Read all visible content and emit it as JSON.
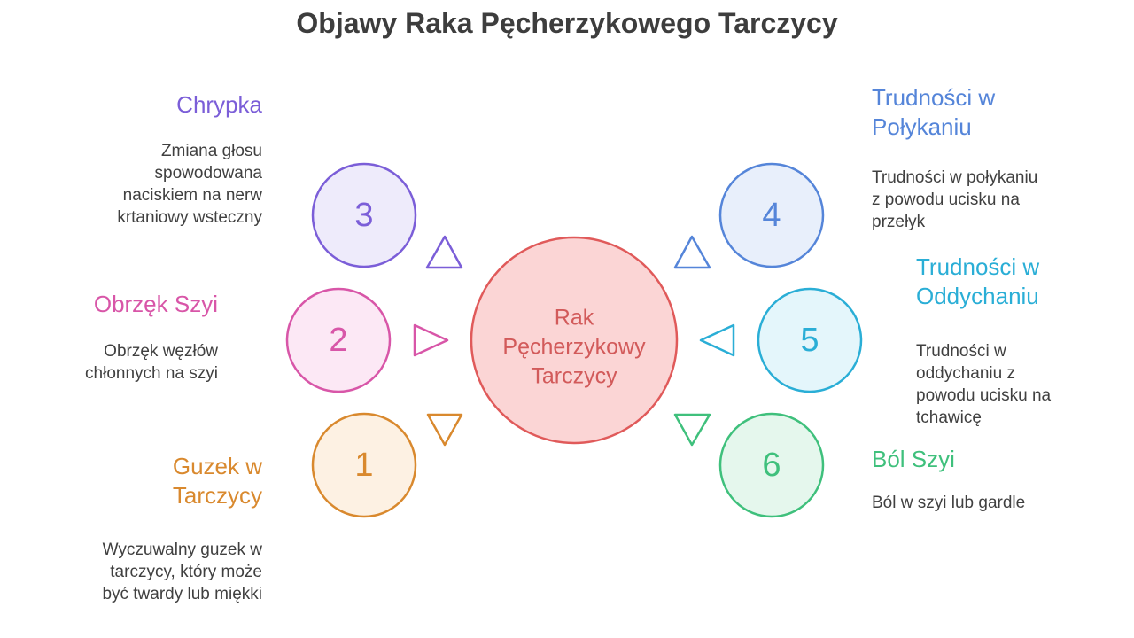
{
  "title": "Objawy Raka Pęcherzykowego Tarczycy",
  "center": {
    "lines": [
      "Rak",
      "Pęcherzykowy",
      "Tarczycy"
    ],
    "fill": "#fbd5d5",
    "stroke": "#e05a5a",
    "text_color": "#d25a5a"
  },
  "items": [
    {
      "num": "1",
      "label": "Guzek w Tarczycy",
      "desc": "Wyczuwalny guzek w tarczycy, który może być twardy lub miękki",
      "color": "#d9892e",
      "fill": "#fdf1e3"
    },
    {
      "num": "2",
      "label": "Obrzęk Szyi",
      "desc": "Obrzęk węzłów chłonnych na szyi",
      "color": "#d856a8",
      "fill": "#fce8f5"
    },
    {
      "num": "3",
      "label": "Chrypka",
      "desc": "Zmiana głosu spowodowana naciskiem na nerw krtaniowy wsteczny",
      "color": "#7b5ed8",
      "fill": "#eeebfb"
    },
    {
      "num": "4",
      "label": "Trudności w Połykaniu",
      "desc": "Trudności w połykaniu z powodu ucisku na przełyk",
      "color": "#5585d9",
      "fill": "#e8effb"
    },
    {
      "num": "5",
      "label": "Trudności w Oddychaniu",
      "desc": "Trudności w oddychaniu z powodu ucisku na tchawicę",
      "color": "#2aaed6",
      "fill": "#e4f6fb"
    },
    {
      "num": "6",
      "label": "Ból Szyi",
      "desc": "Ból w szyi lub gardle",
      "color": "#3fc07c",
      "fill": "#e5f7ed"
    }
  ]
}
